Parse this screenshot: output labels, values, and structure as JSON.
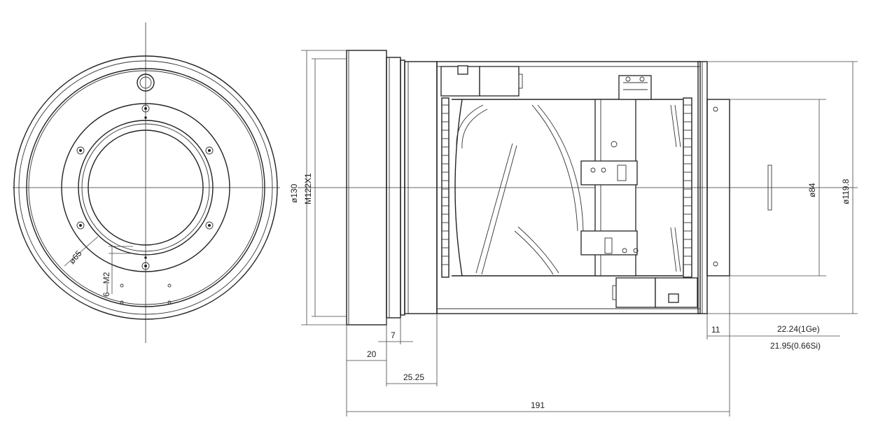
{
  "front_view": {
    "hole_label": "6—M2",
    "bore_label": "ø65"
  },
  "side_view": {
    "mount_thread": "M122X1",
    "front_diameter": "ø130",
    "rear_diameter": "ø119.8",
    "inner_diameter": "ø84"
  },
  "dimensions": {
    "d7": "7",
    "d20": "20",
    "d25": "25.25",
    "d191": "191",
    "d11": "11",
    "ge": "22.24(1Ge)",
    "si": "21.95(0.66Si)"
  }
}
